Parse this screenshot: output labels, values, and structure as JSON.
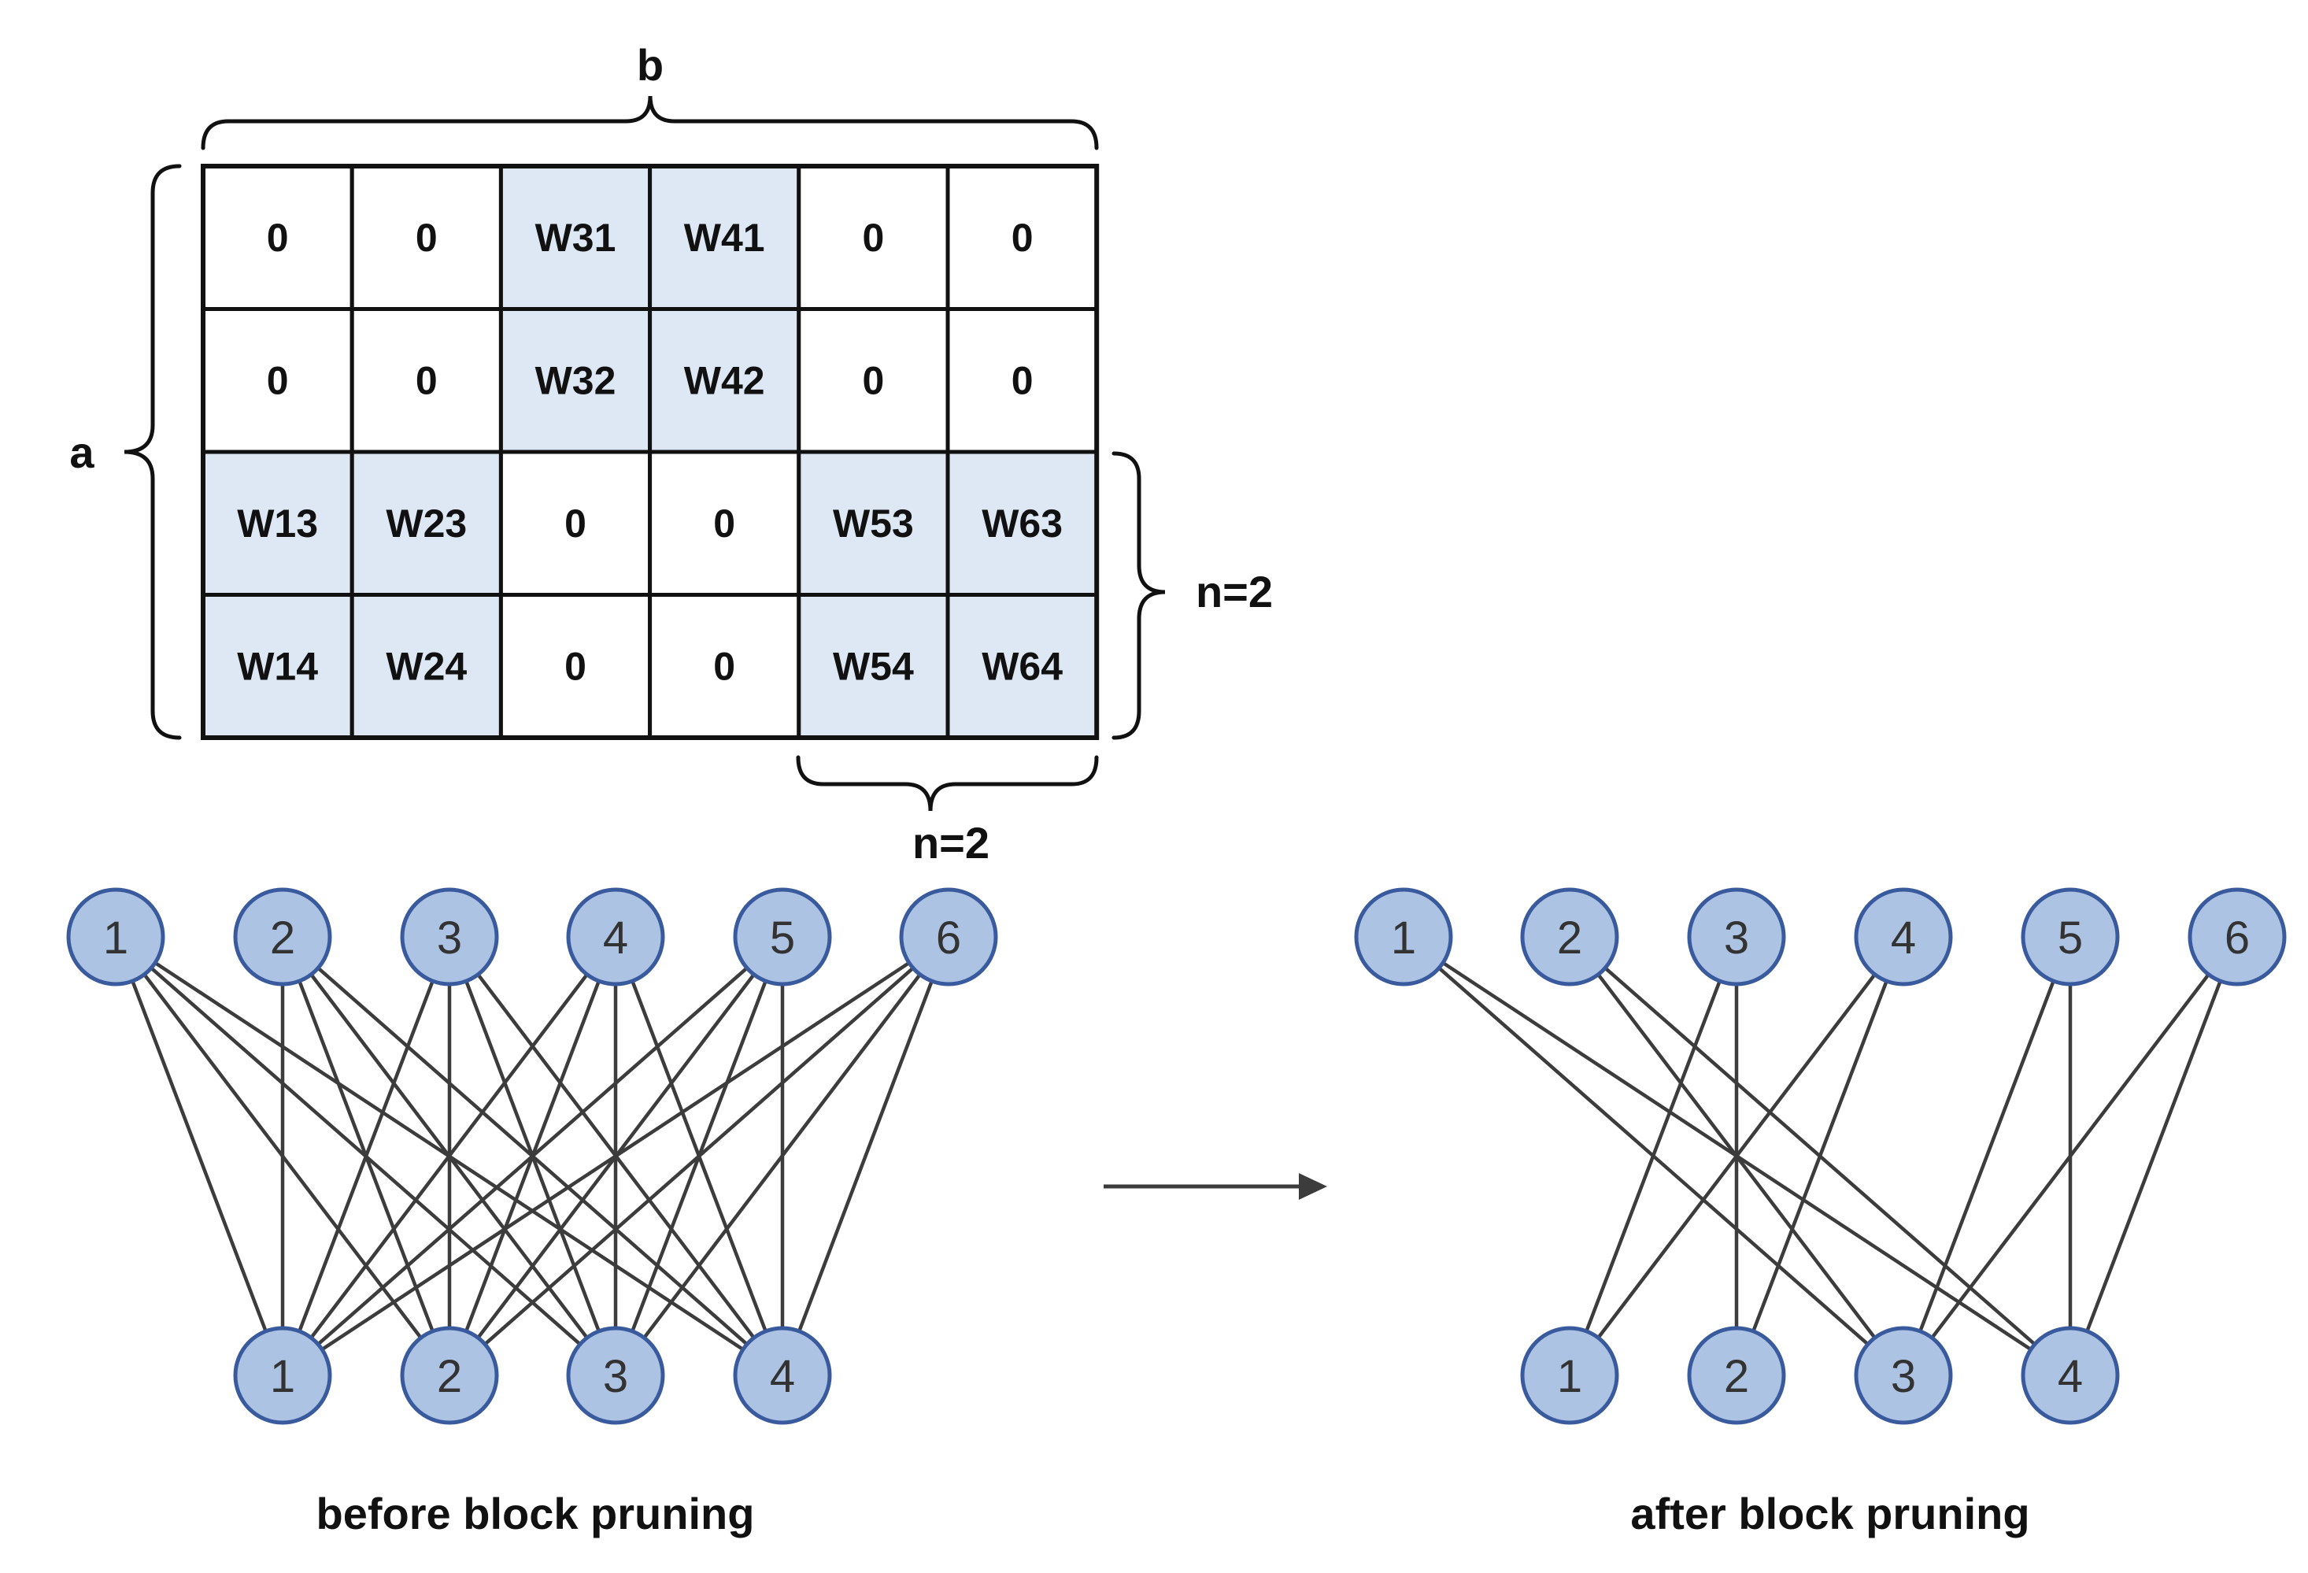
{
  "colors": {
    "cell_fill_active": "#dde8f4",
    "cell_fill_zero": "#ffffff",
    "grid_line": "#111111",
    "node_fill": "#adc3e3",
    "node_stroke": "#3a5a9e",
    "edge": "#3c3c3c"
  },
  "matrix": {
    "labels": {
      "b": "b",
      "a": "a",
      "n_rows": "n=2",
      "n_cols": "n=2"
    },
    "rows": [
      [
        {
          "text": "0",
          "active": false
        },
        {
          "text": "0",
          "active": false
        },
        {
          "text": "W31",
          "active": true
        },
        {
          "text": "W41",
          "active": true
        },
        {
          "text": "0",
          "active": false
        },
        {
          "text": "0",
          "active": false
        }
      ],
      [
        {
          "text": "0",
          "active": false
        },
        {
          "text": "0",
          "active": false
        },
        {
          "text": "W32",
          "active": true
        },
        {
          "text": "W42",
          "active": true
        },
        {
          "text": "0",
          "active": false
        },
        {
          "text": "0",
          "active": false
        }
      ],
      [
        {
          "text": "W13",
          "active": true
        },
        {
          "text": "W23",
          "active": true
        },
        {
          "text": "0",
          "active": false
        },
        {
          "text": "0",
          "active": false
        },
        {
          "text": "W53",
          "active": true
        },
        {
          "text": "W63",
          "active": true
        }
      ],
      [
        {
          "text": "W14",
          "active": true
        },
        {
          "text": "W24",
          "active": true
        },
        {
          "text": "0",
          "active": false
        },
        {
          "text": "0",
          "active": false
        },
        {
          "text": "W54",
          "active": true
        },
        {
          "text": "W64",
          "active": true
        }
      ]
    ]
  },
  "graphs": {
    "before": {
      "caption": "before block pruning",
      "inputs": [
        "1",
        "2",
        "3",
        "4",
        "5",
        "6"
      ],
      "outputs": [
        "1",
        "2",
        "3",
        "4"
      ],
      "edges": [
        [
          1,
          1
        ],
        [
          1,
          2
        ],
        [
          1,
          3
        ],
        [
          1,
          4
        ],
        [
          2,
          1
        ],
        [
          2,
          2
        ],
        [
          2,
          3
        ],
        [
          2,
          4
        ],
        [
          3,
          1
        ],
        [
          3,
          2
        ],
        [
          3,
          3
        ],
        [
          3,
          4
        ],
        [
          4,
          1
        ],
        [
          4,
          2
        ],
        [
          4,
          3
        ],
        [
          4,
          4
        ],
        [
          5,
          1
        ],
        [
          5,
          2
        ],
        [
          5,
          3
        ],
        [
          5,
          4
        ],
        [
          6,
          1
        ],
        [
          6,
          2
        ],
        [
          6,
          3
        ],
        [
          6,
          4
        ]
      ]
    },
    "after": {
      "caption": "after block pruning",
      "inputs": [
        "1",
        "2",
        "3",
        "4",
        "5",
        "6"
      ],
      "outputs": [
        "1",
        "2",
        "3",
        "4"
      ],
      "edges": [
        [
          1,
          3
        ],
        [
          1,
          4
        ],
        [
          2,
          3
        ],
        [
          2,
          4
        ],
        [
          3,
          1
        ],
        [
          3,
          2
        ],
        [
          4,
          1
        ],
        [
          4,
          2
        ],
        [
          5,
          3
        ],
        [
          5,
          4
        ],
        [
          6,
          3
        ],
        [
          6,
          4
        ]
      ]
    }
  }
}
